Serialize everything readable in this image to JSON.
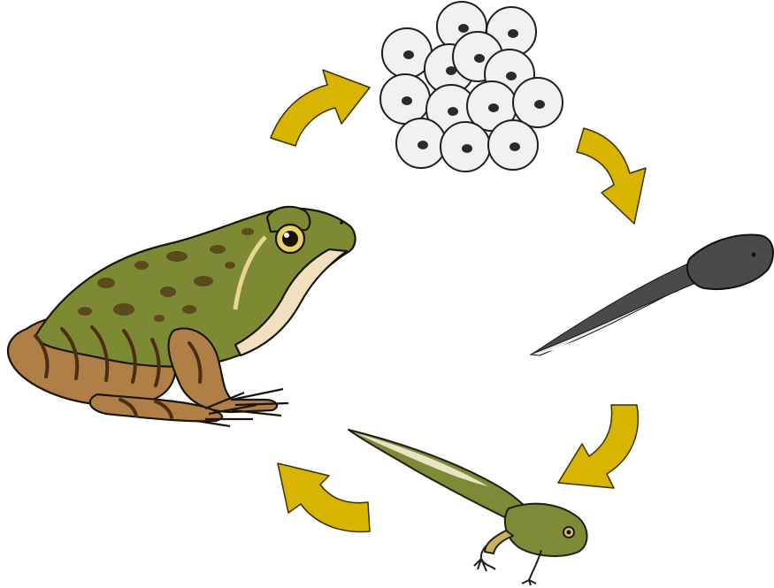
{
  "diagram": {
    "stages": [
      {
        "id": "frogspawn",
        "icon": "frogspawn-icon"
      },
      {
        "id": "tadpole",
        "icon": "tadpole-icon"
      },
      {
        "id": "froglet",
        "icon": "froglet-icon"
      },
      {
        "id": "adult-frog",
        "icon": "adult-frog-icon"
      }
    ],
    "arrow_color": "#d6b400",
    "arrow_outline": "#3a3000",
    "colors": {
      "egg_fill": "#f1f1f1",
      "egg_outline": "#1f1f1f",
      "embryo": "#2a2a2a",
      "tadpole_body": "#4a4a4a",
      "froglet_body": "#7f8a36",
      "frog_back": "#7e8a33",
      "frog_spot": "#5a4a1c",
      "frog_belly": "#f1e0bf",
      "frog_leg": "#b07e47"
    }
  }
}
